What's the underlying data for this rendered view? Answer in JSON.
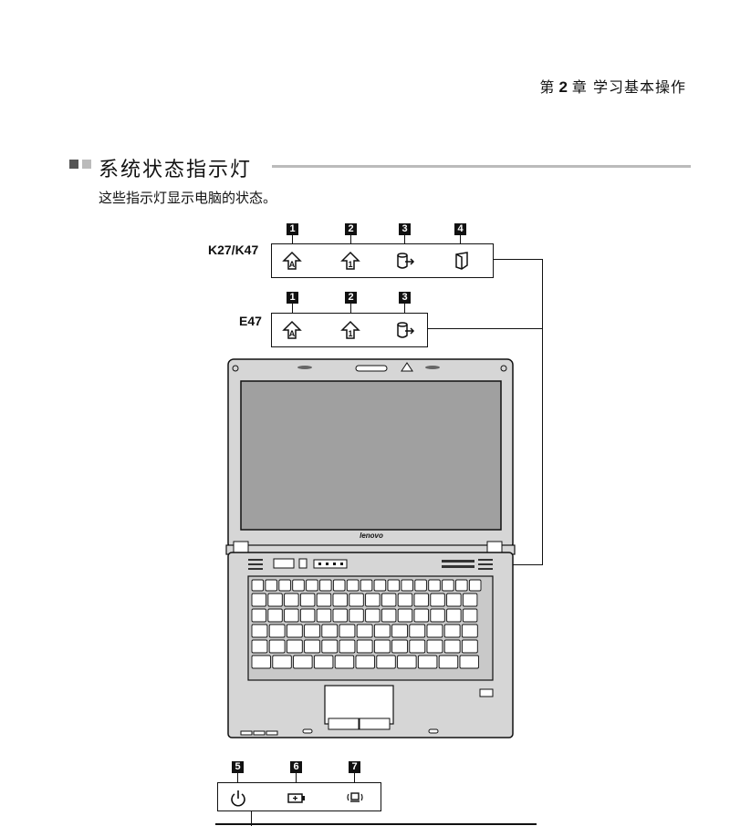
{
  "header": {
    "chapter_prefix": "第",
    "chapter_number": "2",
    "chapter_suffix": "章 学习基本操作"
  },
  "section": {
    "title": "系统状态指示灯",
    "intro": "这些指示灯显示电脑的状态。"
  },
  "panels": {
    "k27": {
      "model": "K27/K47",
      "numbers": [
        "1",
        "2",
        "3",
        "4"
      ],
      "icons": [
        "caps-lock-icon",
        "num-lock-icon",
        "hdd-activity-icon",
        "card-reader-icon"
      ]
    },
    "e47": {
      "model": "E47",
      "numbers": [
        "1",
        "2",
        "3"
      ],
      "icons": [
        "caps-lock-icon",
        "num-lock-icon",
        "hdd-activity-icon"
      ]
    },
    "bottom": {
      "numbers": [
        "5",
        "6",
        "7"
      ],
      "icons": [
        "power-icon",
        "battery-icon",
        "wireless-icon"
      ]
    }
  },
  "laptop": {
    "brand": "lenovo"
  },
  "colors": {
    "screen": "#a0a0a0",
    "chassis": "#d6d6d6",
    "rule": "#bbbbbb"
  }
}
